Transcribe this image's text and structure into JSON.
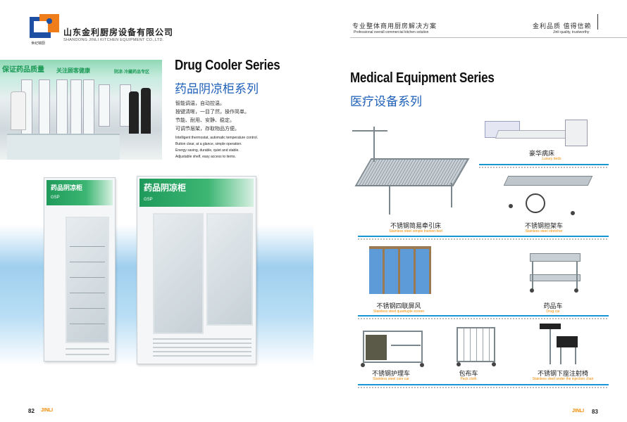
{
  "left_page": {
    "company": {
      "name_cn": "山东金利厨房设备有限公司",
      "name_en": "SHANDONG JINLI KITCHEN EQUIPMENT CO.,LTD.",
      "logo_tagline": "世纪锦厨"
    },
    "photo_signs": [
      "保证药品质量",
      "关注顾客健康",
      "阴凉·冷藏药品专区"
    ],
    "title_en": "Drug Cooler Series",
    "title_cn": "药品阴凉柜系列",
    "features_cn": [
      "智能调温，自动控温。",
      "按键清晰，一目了然，操作简单。",
      "节能、耐用、安静、稳定。",
      "可调节层架，存取物品方便。"
    ],
    "features_en": [
      "Intelligent thermostat, automatic temperature control.",
      "Button clear, at a glance, simple operation.",
      "Energy saving, durable, quiet and stable.",
      "Adjustable shelf, easy access to items."
    ],
    "cabinet_label": "药品阴凉柜",
    "cabinet_badge": "GSP",
    "page_number": "82",
    "brand": "JINLI"
  },
  "right_page": {
    "header_left_cn": "专业整体商用厨房解决方案",
    "header_left_en": "Professional overall commercial kitchen solution",
    "header_right_cn": "金利品质 值得信赖",
    "header_right_en": "Jinli quality, trustworthy",
    "title_en": "Medical Equipment Series",
    "title_cn": "医疗设备系列",
    "products": [
      {
        "cn": "豪华病床",
        "en": "Luxury beds"
      },
      {
        "cn": "不锈钢简易牵引床",
        "en": "Stainless steel simple traction bed"
      },
      {
        "cn": "不锈钢担架车",
        "en": "Stainless steel stretcher"
      },
      {
        "cn": "不锈钢四联屏风",
        "en": "Stainless steel quadruple screen"
      },
      {
        "cn": "药品车",
        "en": "Drug car"
      },
      {
        "cn": "不锈钢护理车",
        "en": "Stainless steel care car"
      },
      {
        "cn": "包布车",
        "en": "Pack cloth"
      },
      {
        "cn": "不锈钢下座注射椅",
        "en": "Stainless steel under the injection chair"
      }
    ],
    "page_number": "83",
    "brand": "JINLI"
  },
  "colors": {
    "blue_title": "#1e5fb8",
    "orange_caption": "#f08a00",
    "rule_blue": "#1896d3",
    "cabinet_green": "#1f9a5a"
  }
}
